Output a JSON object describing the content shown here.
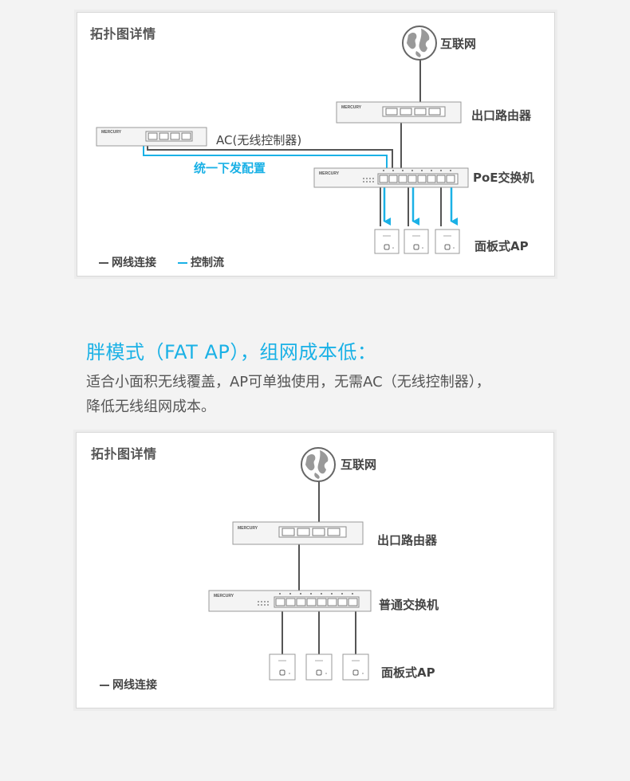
{
  "panel1": {
    "title": "拓扑图详情",
    "internet_label": "互联网",
    "router_label": "出口路由器",
    "ac_label": "AC(无线控制器)",
    "switch_label": "PoE交换机",
    "ap_label": "面板式AP",
    "config_label": "统一下发配置",
    "brand_text": "MERCURY",
    "legend": [
      {
        "label": "网线连接",
        "color": "#555555"
      },
      {
        "label": "控制流",
        "color": "#1ab1e6"
      }
    ]
  },
  "section": {
    "heading": "胖模式（FAT AP），组网成本低：",
    "description_line1": "适合小面积无线覆盖，AP可单独使用，无需AC（无线控制器），",
    "description_line2": "降低无线组网成本。"
  },
  "panel2": {
    "title": "拓扑图详情",
    "internet_label": "互联网",
    "router_label": "出口路由器",
    "switch_label": "普通交换机",
    "ap_label": "面板式AP",
    "brand_text": "MERCURY",
    "legend": [
      {
        "label": "网线连接",
        "color": "#555555"
      }
    ]
  },
  "colors": {
    "accent": "#1ab1e6",
    "wire": "#555555",
    "device_fill": "#f4f4f4",
    "device_stroke": "#9a9a9a"
  },
  "icons": [
    "globe-icon",
    "router-icon",
    "ac-controller-icon",
    "poe-switch-icon",
    "switch-icon",
    "panel-ap-icon"
  ]
}
